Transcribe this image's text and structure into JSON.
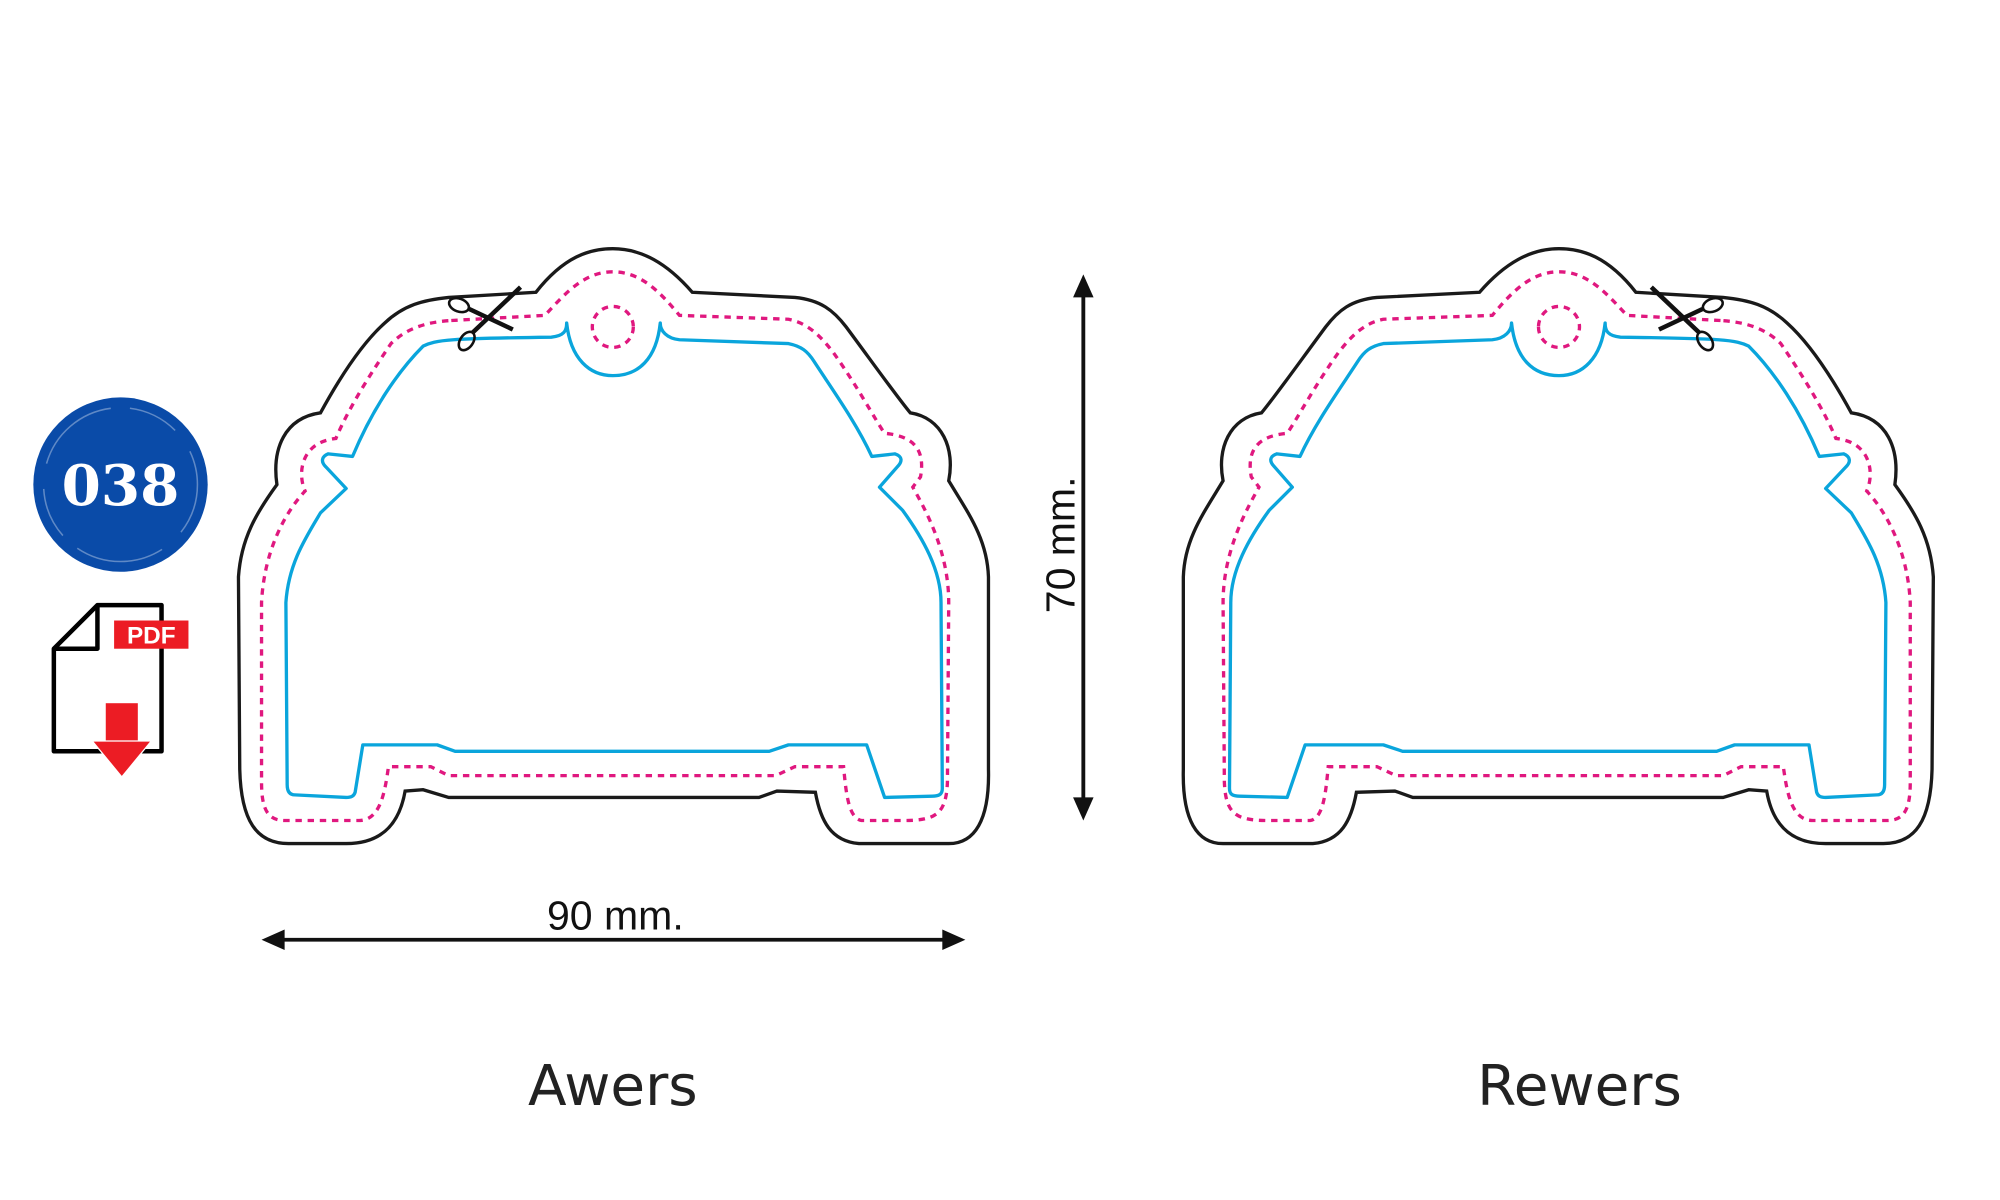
{
  "badge": {
    "number": "038",
    "color": "#0a4ba8"
  },
  "pdf_icon": {
    "label": "PDF",
    "accent": "#ec1c24"
  },
  "dimensions": {
    "width_label": "90 mm.",
    "height_label": "70 mm."
  },
  "sides": [
    {
      "label": "Awers"
    },
    {
      "label": "Rewers"
    }
  ],
  "colors": {
    "cut_line": "#1a1a1a",
    "safe_line": "#e0187f",
    "bleed_line": "#0aa5dc"
  }
}
